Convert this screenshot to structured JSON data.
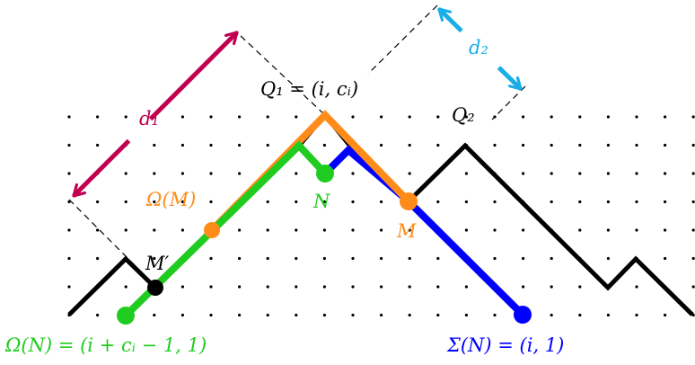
{
  "diagram": {
    "labels": {
      "q1": "Q₁ = (i, cᵢ)",
      "q2": "Q₂",
      "d1": "d₁",
      "d2": "d₂",
      "omega_m": "Ω(M)",
      "m": "M",
      "n": "N",
      "m_prime": "M′",
      "omega_n": "Ω(N) = (i + cᵢ − 1, 1)",
      "sigma_n": "Σ(N) = (i, 1)"
    },
    "colors": {
      "black_path": "#000000",
      "orange_path": "#ff8c1a",
      "green_path": "#1fcc1f",
      "blue_path": "#0000ff",
      "d1_arrow": "#c0004e",
      "d2_arrow": "#19aee6",
      "dots": "#000000"
    }
  }
}
